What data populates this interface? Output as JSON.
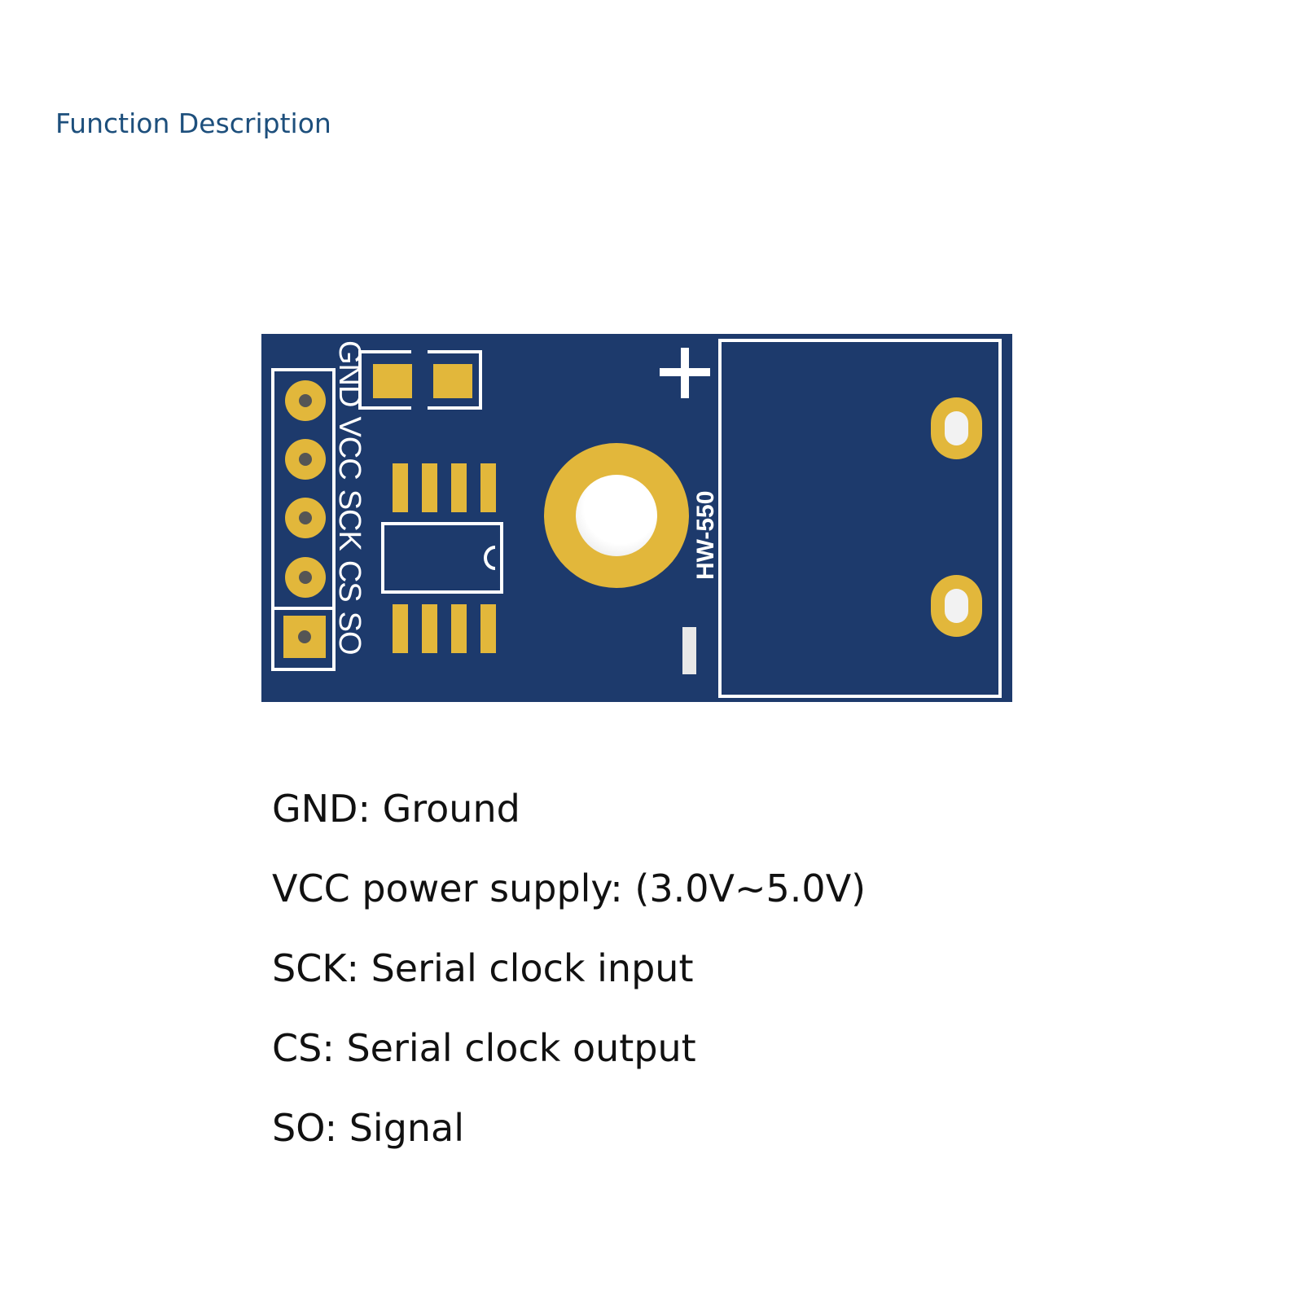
{
  "title": "Function Description",
  "board": {
    "model": "HW-550",
    "pin_labels": [
      "GND",
      "VCC",
      "SCK",
      "CS",
      "SO"
    ],
    "plus_label": "+",
    "minus_label": "-",
    "colors": {
      "board": "#1d3a6c",
      "copper": "#e2b73b",
      "silk": "#ffffff"
    }
  },
  "descriptions": [
    "GND: Ground",
    "VCC power supply: (3.0V~5.0V)",
    "SCK: Serial clock input",
    "CS: Serial clock output",
    "SO: Signal"
  ]
}
